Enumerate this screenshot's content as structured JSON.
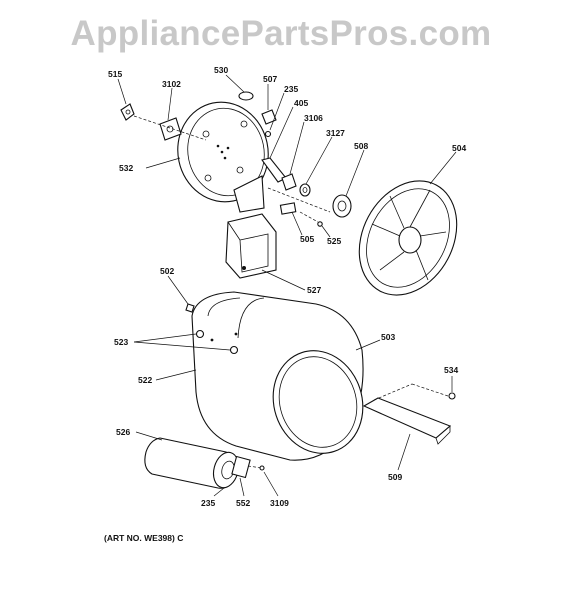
{
  "watermark": "AppliancePartsPros.com",
  "art_note": "(ART NO. WE398) C",
  "labels": {
    "p515": "515",
    "p3102": "3102",
    "p530": "530",
    "p507": "507",
    "p235a": "235",
    "p405": "405",
    "p3106": "3106",
    "p3127": "3127",
    "p508": "508",
    "p504": "504",
    "p532": "532",
    "p505": "505",
    "p525": "525",
    "p502": "502",
    "p527": "527",
    "p503": "503",
    "p523": "523",
    "p522": "522",
    "p534": "534",
    "p526": "526",
    "p509": "509",
    "p235b": "235",
    "p552": "552",
    "p3109": "3109"
  }
}
